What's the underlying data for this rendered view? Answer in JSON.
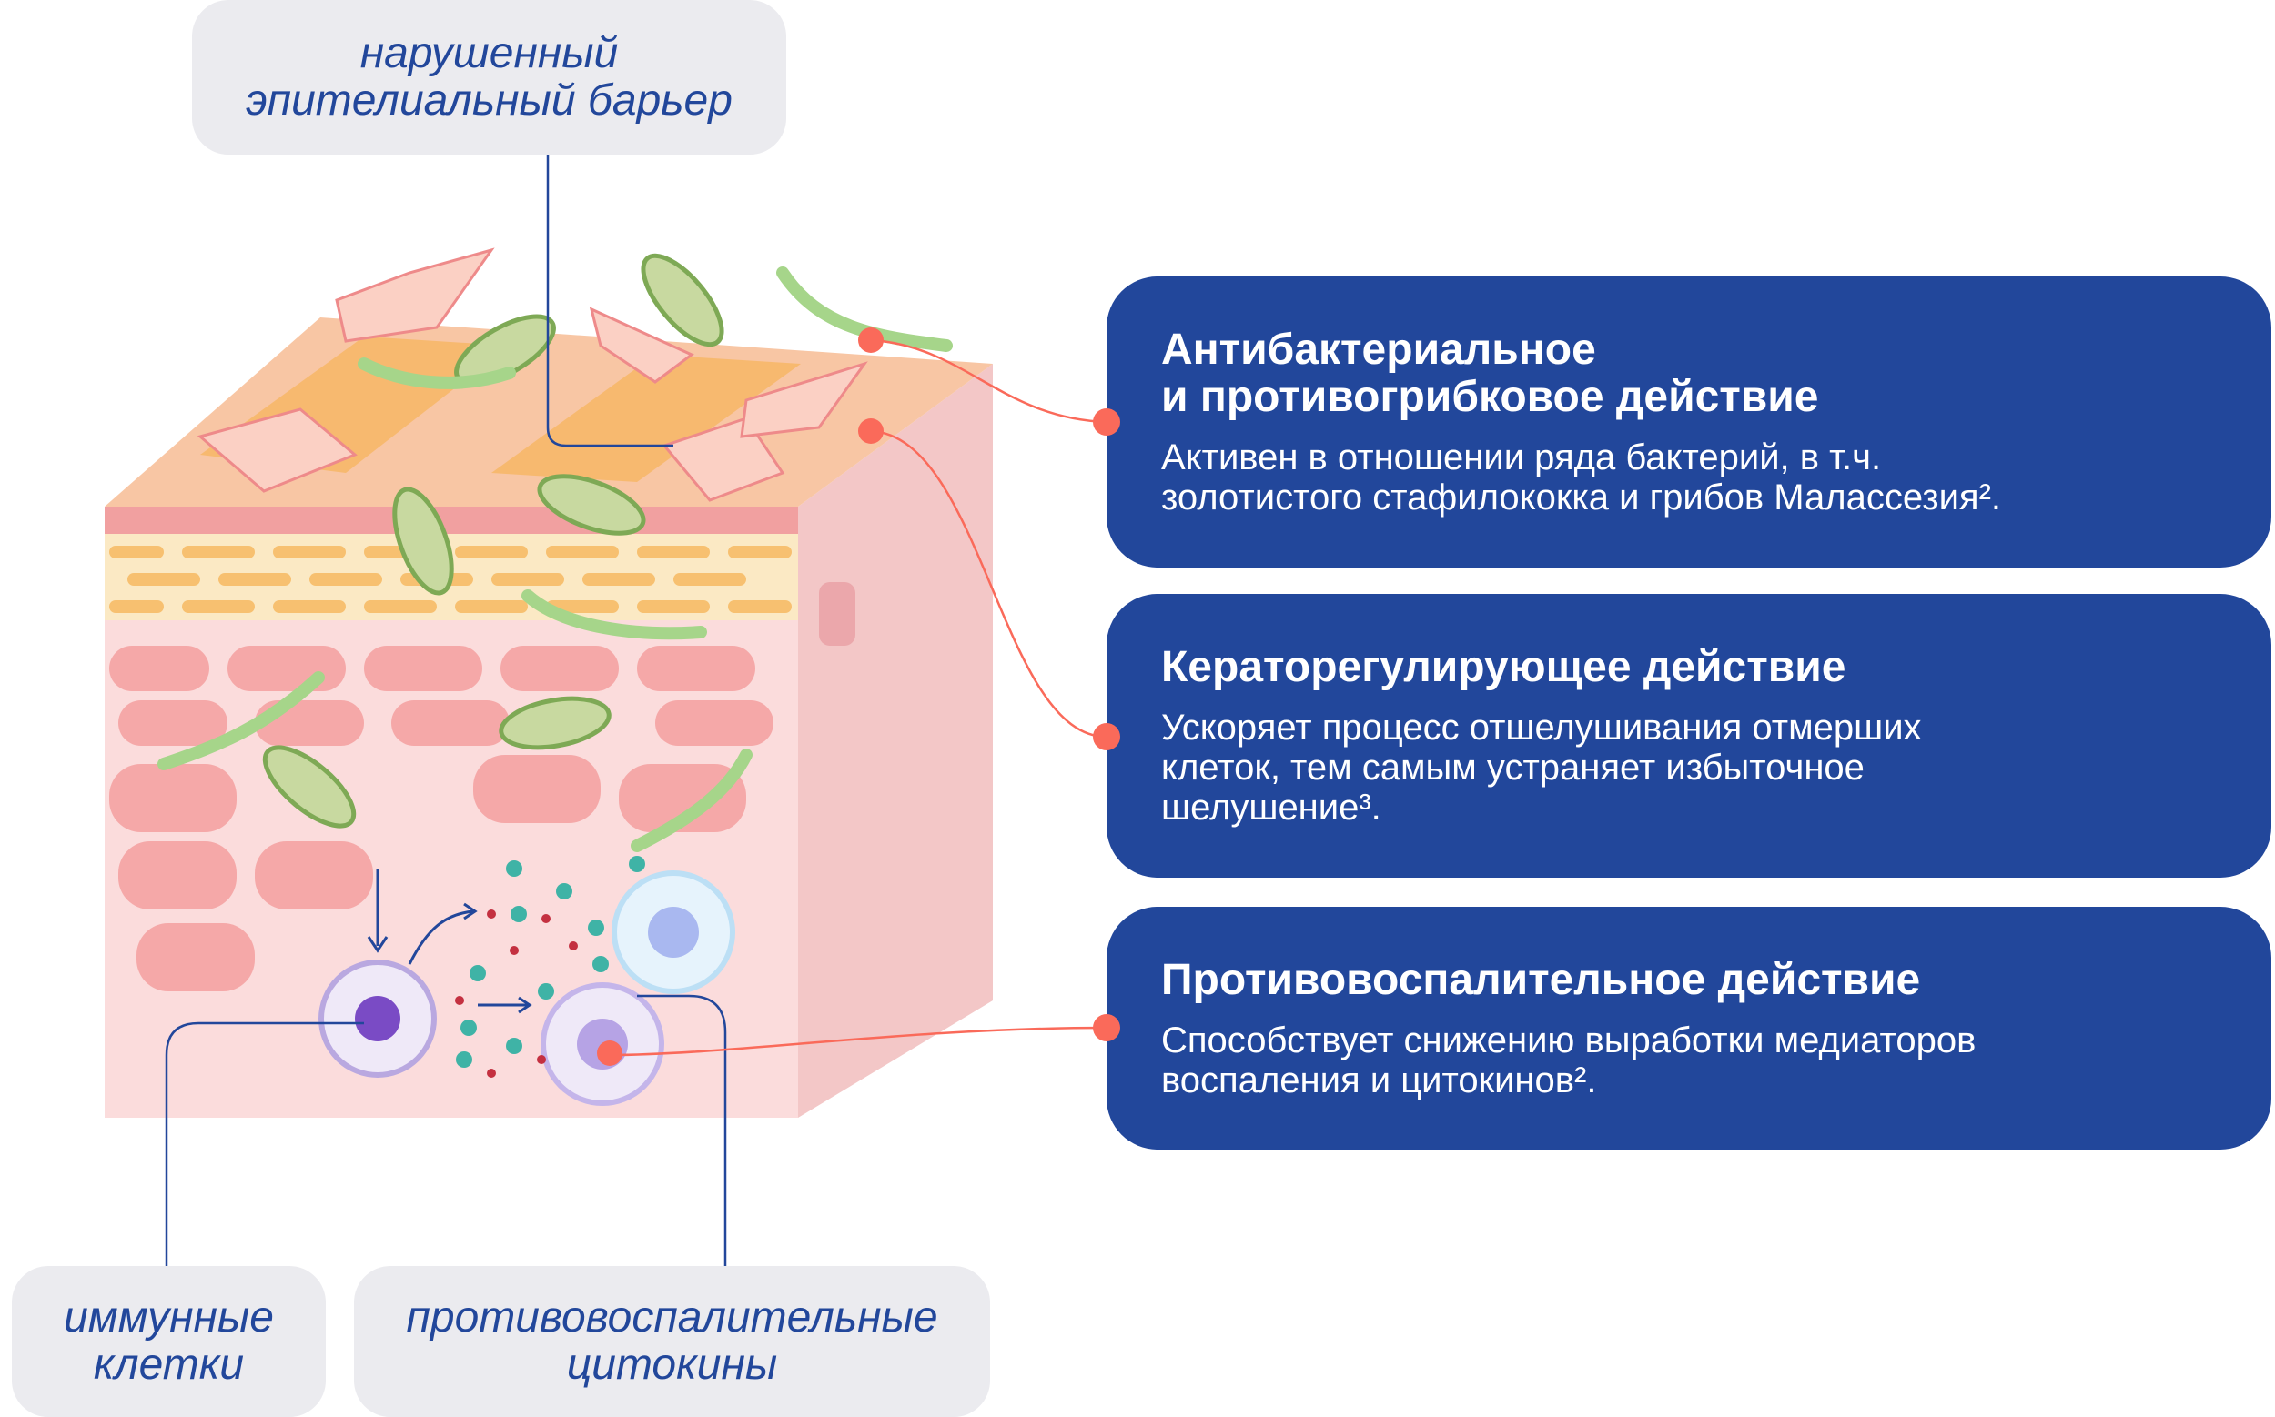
{
  "labels": {
    "barrier": [
      "нарушенный",
      "эпителиальный барьер"
    ],
    "immune": [
      "иммунные",
      "клетки"
    ],
    "cytokines": [
      "противовоспалительные",
      "цитокины"
    ]
  },
  "cards": [
    {
      "title_lines": [
        "Антибактериальное",
        "и противогрибковое действие"
      ],
      "text_lines": [
        "Активен в отношении ряда бактерий, в т.ч.",
        "золотистого стафилококка и грибов Малассезия²."
      ]
    },
    {
      "title_lines": [
        "Кераторегулирующее действие"
      ],
      "text_lines": [
        "Ускоряет процесс отшелушивания отмерших",
        "клеток, тем самым устраняет избыточное",
        "шелушение³."
      ]
    },
    {
      "title_lines": [
        "Противовоспалительное действие"
      ],
      "text_lines": [
        "Способствует снижению выработки медиаторов",
        "воспаления и цитокинов²."
      ]
    }
  ],
  "colors": {
    "card": "#22479b",
    "label_bg": "#ebebef",
    "connector": "#fa6a5a",
    "line": "#22479b"
  }
}
